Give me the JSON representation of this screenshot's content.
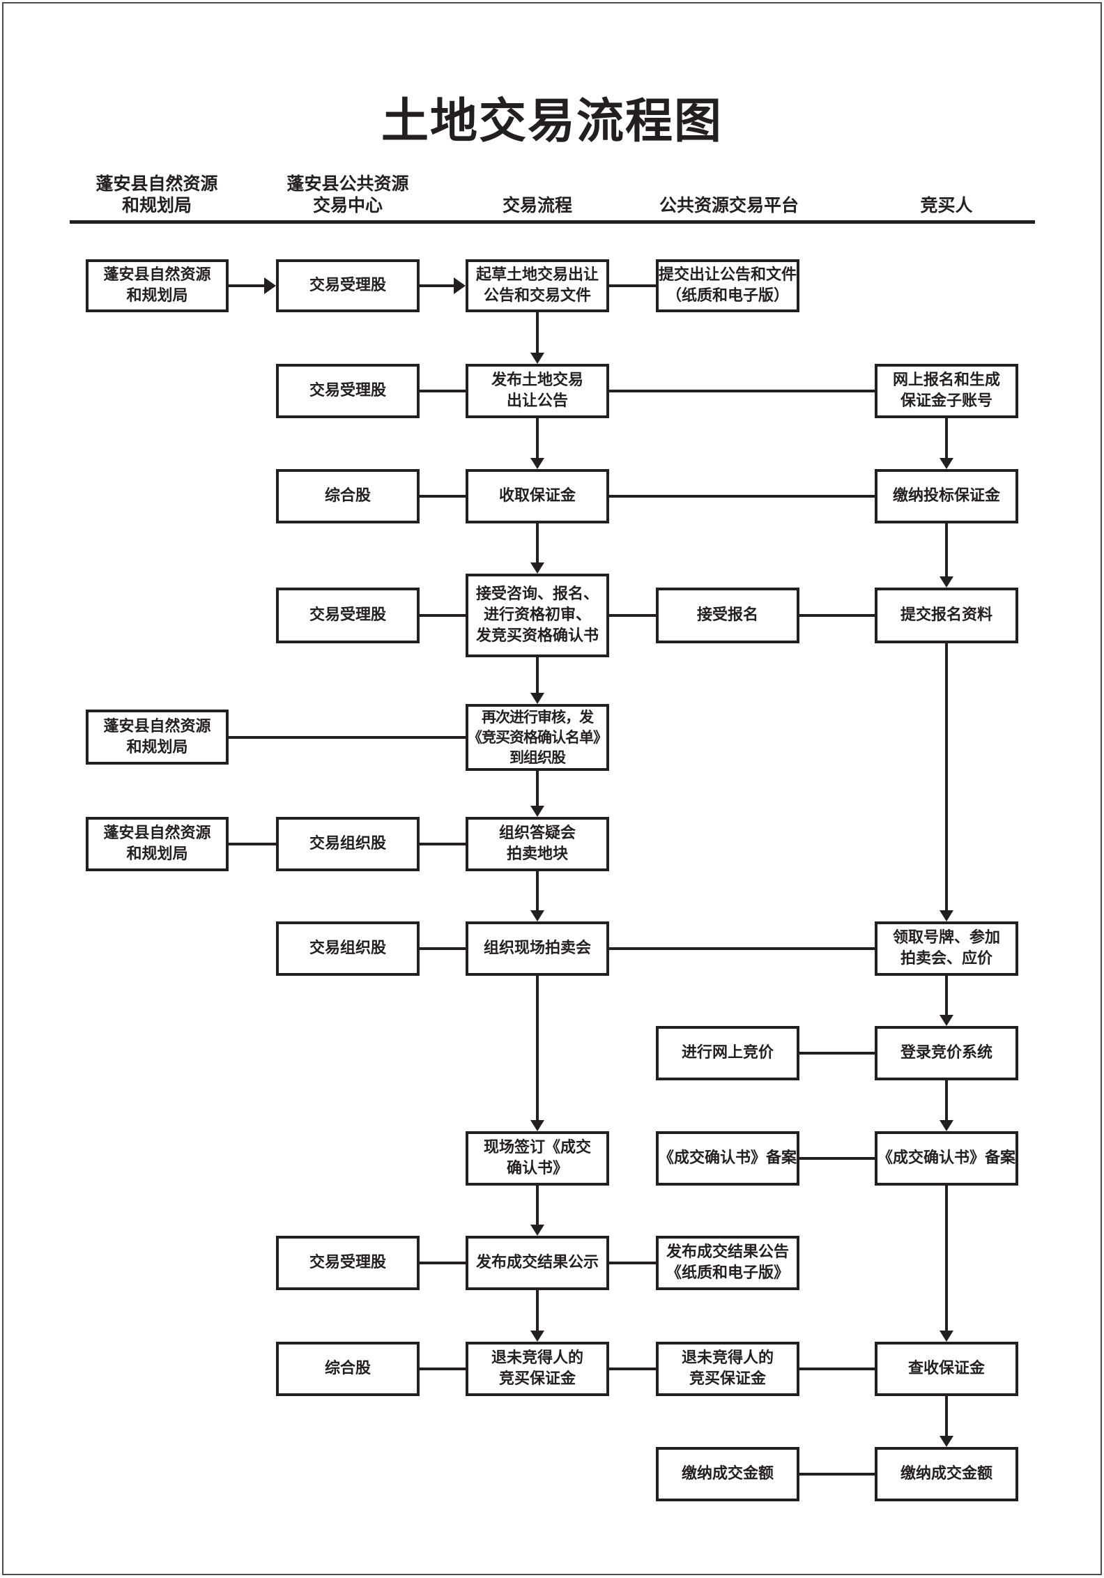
{
  "page": {
    "title": "土地交易流程图"
  },
  "colors": {
    "ink": "#231f20",
    "page_border": "#4f4b4a"
  },
  "lanes": {
    "items": [
      {
        "label": "蓬安县自然资源\n和规划局"
      },
      {
        "label": "蓬安县公共资源\n交易中心"
      },
      {
        "label": "交易流程"
      },
      {
        "label": "公共资源交易平台"
      },
      {
        "label": "竞买人"
      }
    ]
  },
  "nodes": [
    {
      "text": "蓬安县自然资源\n和规划局"
    },
    {
      "text": "交易受理股"
    },
    {
      "text": "起草土地交易出让\n公告和交易文件"
    },
    {
      "text": "提交出让公告和文件\n（纸质和电子版）"
    },
    {
      "text": "交易受理股"
    },
    {
      "text": "发布土地交易\n出让公告"
    },
    {
      "text": "网上报名和生成\n保证金子账号"
    },
    {
      "text": "综合股"
    },
    {
      "text": "收取保证金"
    },
    {
      "text": "缴纳投标保证金"
    },
    {
      "text": "交易受理股"
    },
    {
      "text": "接受咨询、报名、\n进行资格初审、\n发竞买资格确认书"
    },
    {
      "text": "接受报名"
    },
    {
      "text": "提交报名资料"
    },
    {
      "text": "蓬安县自然资源\n和规划局"
    },
    {
      "text": "再次进行审核，发\n《竞买资格确认名单》\n到组织股"
    },
    {
      "text": "蓬安县自然资源\n和规划局"
    },
    {
      "text": "交易组织股"
    },
    {
      "text": "组织答疑会\n拍卖地块"
    },
    {
      "text": "交易组织股"
    },
    {
      "text": "组织现场拍卖会"
    },
    {
      "text": "领取号牌、参加\n拍卖会、应价"
    },
    {
      "text": "进行网上竞价"
    },
    {
      "text": "登录竞价系统"
    },
    {
      "text": "现场签订《成交\n确认书》"
    },
    {
      "text": "《成交确认书》备案"
    },
    {
      "text": "《成交确认书》备案"
    },
    {
      "text": "交易受理股"
    },
    {
      "text": "发布成交结果公示"
    },
    {
      "text": "发布成交结果公告\n《纸质和电子版》"
    },
    {
      "text": "综合股"
    },
    {
      "text": "退未竞得人的\n竞买保证金"
    },
    {
      "text": "退未竞得人的\n竞买保证金"
    },
    {
      "text": "查收保证金"
    },
    {
      "text": "缴纳成交金额"
    },
    {
      "text": "缴纳成交金额"
    }
  ]
}
